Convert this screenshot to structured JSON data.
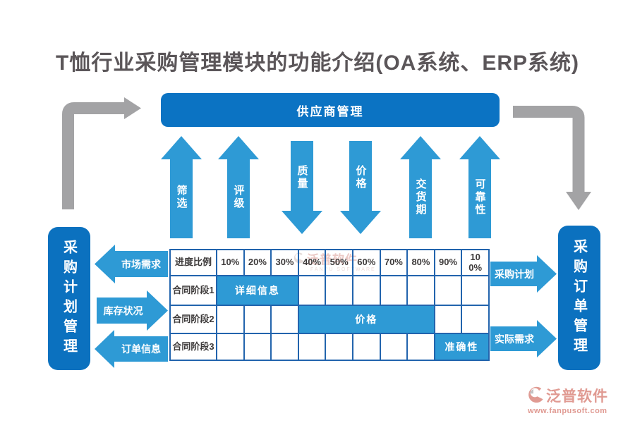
{
  "title": "T恤行业采购管理模块的功能介绍(OA系统、ERP系统)",
  "supplier_box": {
    "label": "供应商管理"
  },
  "left_box": {
    "label": "采购计划管理"
  },
  "right_box": {
    "label": "采购订单管理"
  },
  "criteria_arrows": [
    {
      "label": "筛选",
      "direction": "up"
    },
    {
      "label": "评级",
      "direction": "up"
    },
    {
      "label": "质量",
      "direction": "down"
    },
    {
      "label": "价格",
      "direction": "down"
    },
    {
      "label": "交货期",
      "direction": "up"
    },
    {
      "label": "可靠性",
      "direction": "up"
    }
  ],
  "left_arrows": [
    {
      "label": "市场需求",
      "direction": "left"
    },
    {
      "label": "库存状况",
      "direction": "right"
    },
    {
      "label": "订单信息",
      "direction": "left"
    }
  ],
  "right_arrows": [
    {
      "label": "采购计划",
      "direction": "right"
    },
    {
      "label": "实际需求",
      "direction": "right"
    }
  ],
  "table": {
    "header": [
      "进度比例",
      "10%",
      "20%",
      "30%",
      "40%",
      "50%",
      "60%",
      "70%",
      "80%",
      "90%",
      "100%"
    ],
    "rows": [
      {
        "label": "合同阶段1",
        "bars": [
          {
            "start": 1,
            "span": 3,
            "text": "详细信息"
          }
        ]
      },
      {
        "label": "合同阶段2",
        "bars": [
          {
            "start": 4,
            "span": 5,
            "text": "价格"
          }
        ]
      },
      {
        "label": "合同阶段3",
        "bars": [
          {
            "start": 9,
            "span": 2,
            "text": "准确性"
          }
        ]
      }
    ]
  },
  "watermark": {
    "name": "泛普软件",
    "subtext": "FANPU SOFTWARE"
  },
  "logo": {
    "name": "泛普软件",
    "url": "www.fanpusoft.com"
  },
  "colors": {
    "dark_blue": "#0b73c3",
    "light_blue": "#2e9ad5",
    "table_border": "#2264ad",
    "gray_arrow": "#a3a3a5",
    "title_gray": "#5b5659",
    "logo_salmon": "#e09a92"
  }
}
